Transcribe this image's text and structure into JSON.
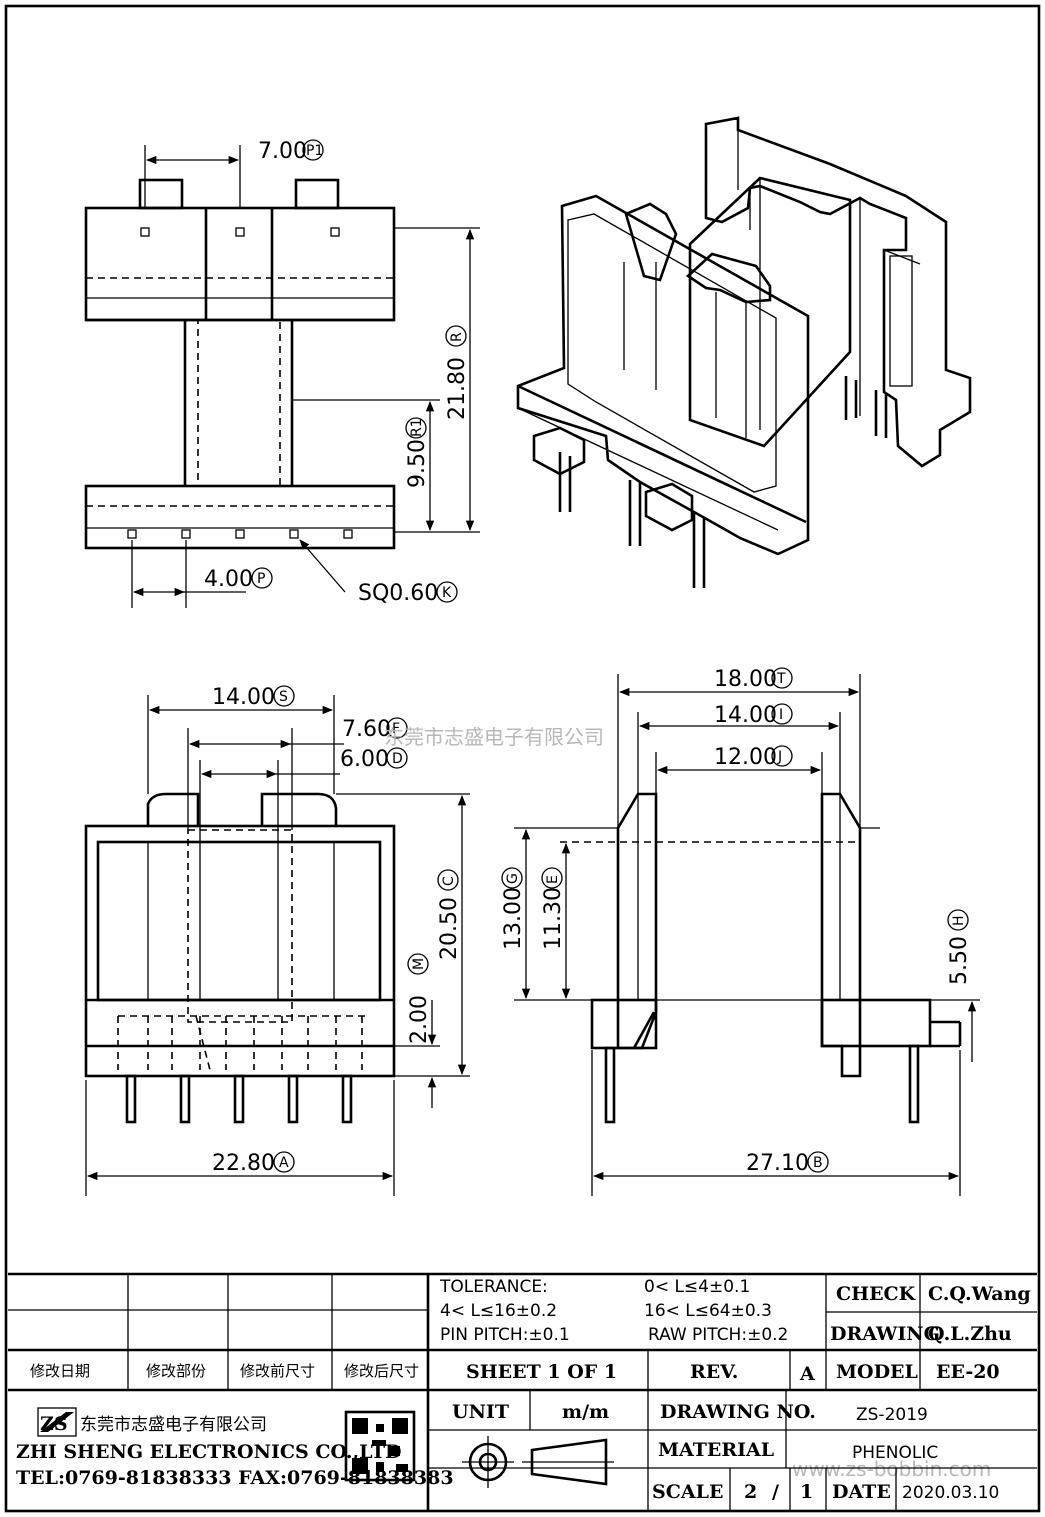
{
  "dimensions": {
    "pin_pitch_top": {
      "value": "7.00",
      "mark": "P1"
    },
    "pin_pitch_bottom": {
      "value": "4.00",
      "mark": "P"
    },
    "height_r": {
      "value": "21.80",
      "mark": "R"
    },
    "height_r1": {
      "value": "9.50",
      "mark": "R1"
    },
    "pin_square": {
      "value": "SQ0.60",
      "mark": "K"
    },
    "width_s": {
      "value": "14.00",
      "mark": "S"
    },
    "width_f": {
      "value": "7.60",
      "mark": "F"
    },
    "width_d": {
      "value": "6.00",
      "mark": "D"
    },
    "height_c": {
      "value": "20.50",
      "mark": "C"
    },
    "height_m": {
      "value": "2.00",
      "mark": "M"
    },
    "width_a": {
      "value": "22.80",
      "mark": "A"
    },
    "width_t": {
      "value": "18.00",
      "mark": "T"
    },
    "width_i": {
      "value": "14.00",
      "mark": "I"
    },
    "width_j": {
      "value": "12.00",
      "mark": "J"
    },
    "height_g": {
      "value": "13.00",
      "mark": "G"
    },
    "height_e": {
      "value": "11.30",
      "mark": "E"
    },
    "height_h": {
      "value": "5.50",
      "mark": "H"
    },
    "width_b": {
      "value": "27.10",
      "mark": "B"
    }
  },
  "watermarks": {
    "company_cn": "东莞市志盛电子有限公司",
    "website": "www.zs-bobbin.com"
  },
  "title_block": {
    "revision_headers": [
      "修改日期",
      "修改部份",
      "修改前尺寸",
      "修改后尺寸"
    ],
    "tolerance_label": "TOLERANCE:",
    "tolerances": [
      "0< L≤4±0.1",
      "4< L≤16±0.2",
      "16< L≤64±0.3"
    ],
    "pin_pitch": "PIN PITCH:±0.1",
    "raw_pitch": "RAW PITCH:±0.2",
    "check_label": "CHECK",
    "check_value": "C.Q.Wang",
    "drawing_label": "DRAWING",
    "drawing_value": "Q.L.Zhu",
    "sheet": "SHEET 1 OF 1",
    "rev_label": "REV.",
    "rev_value": "A",
    "model_label": "MODEL",
    "model_value": "EE-20",
    "unit_label": "UNIT",
    "unit_value": "m/m",
    "drawing_no_label": "DRAWING NO.",
    "drawing_no_value": "ZS-2019",
    "material_label": "MATERIAL",
    "material_value": "PHENOLIC",
    "scale_label": "SCALE",
    "scale_num": "2",
    "scale_sep": "/",
    "scale_den": "1",
    "date_label": "DATE",
    "date_value": "2020.03.10",
    "company_logo": "ZS",
    "company_cn": "东莞市志盛电子有限公司",
    "company_en": "ZHI SHENG ELECTRONICS CO.,LTD",
    "contact": "TEL:0769-81838333 FAX:0769-81838383"
  }
}
